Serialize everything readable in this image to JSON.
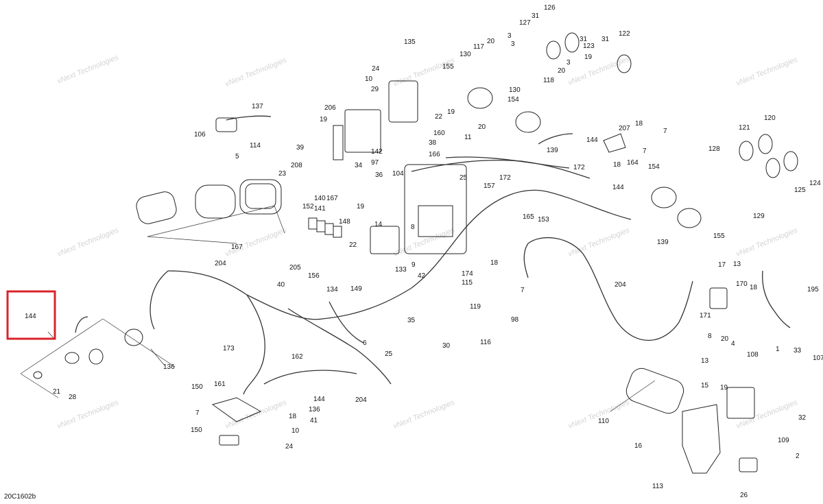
{
  "diagram": {
    "reference_code": "20C1602b",
    "watermark_text": "vNext Technologies",
    "highlighted_part": "144",
    "highlight_color": "#d8232a",
    "callouts": [
      "126",
      "31",
      "127",
      "3",
      "20",
      "117",
      "3",
      "130",
      "155",
      "31",
      "123",
      "122",
      "31",
      "20",
      "3",
      "19",
      "118",
      "130",
      "154",
      "20",
      "11",
      "144",
      "139",
      "207",
      "18",
      "7",
      "164",
      "18",
      "7",
      "172",
      "157",
      "172",
      "25",
      "166",
      "38",
      "160",
      "22",
      "19",
      "135",
      "24",
      "10",
      "29",
      "206",
      "19",
      "142",
      "34",
      "97",
      "36",
      "104",
      "14",
      "8",
      "9",
      "133",
      "19",
      "22",
      "152",
      "140",
      "167",
      "141",
      "148",
      "205",
      "156",
      "134",
      "40",
      "149",
      "42",
      "174",
      "115",
      "119",
      "35",
      "98",
      "116",
      "30",
      "165",
      "153",
      "18",
      "7",
      "204",
      "137",
      "106",
      "114",
      "39",
      "5",
      "208",
      "23",
      "167",
      "144",
      "21",
      "28",
      "136",
      "173",
      "162",
      "6",
      "25",
      "204",
      "144",
      "136",
      "18",
      "41",
      "10",
      "24",
      "150",
      "161",
      "7",
      "150",
      "204",
      "17",
      "13",
      "170",
      "18",
      "171",
      "8",
      "20",
      "4",
      "195",
      "144",
      "139",
      "128",
      "154",
      "121",
      "120",
      "124",
      "125",
      "129",
      "155",
      "13",
      "108",
      "1",
      "33",
      "107",
      "15",
      "19",
      "110",
      "32",
      "16",
      "109",
      "113",
      "26",
      "2"
    ]
  }
}
